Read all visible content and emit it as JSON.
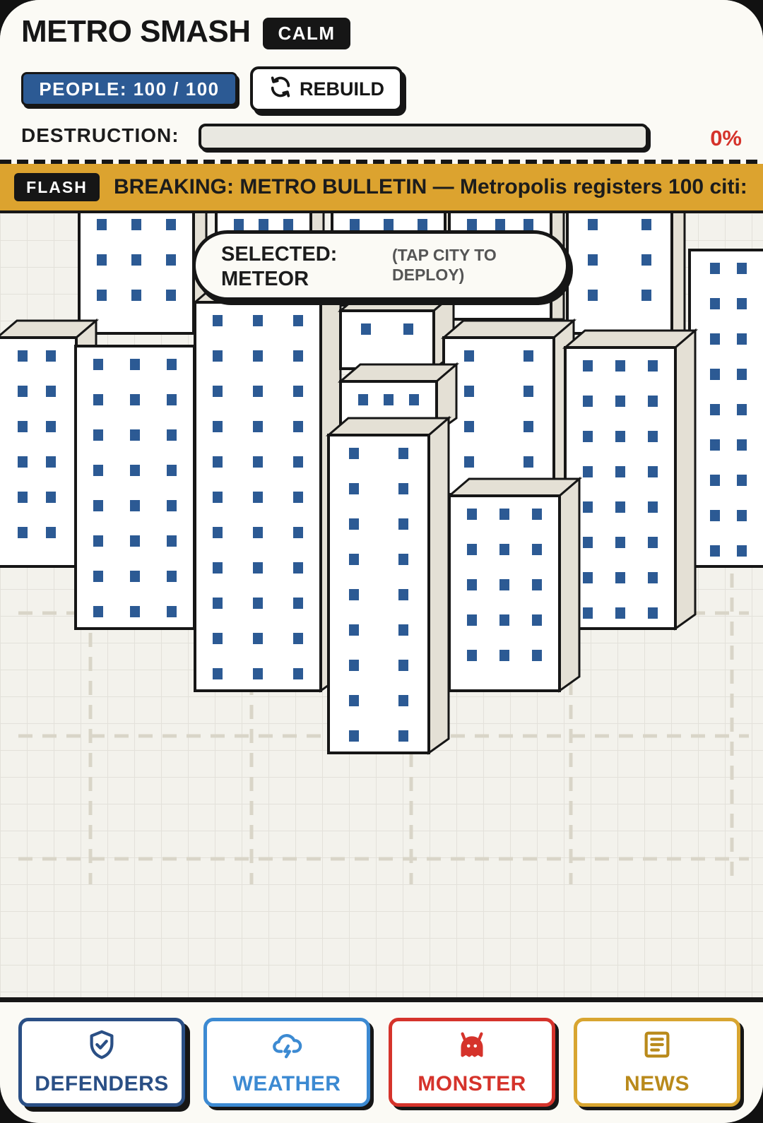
{
  "game": {
    "title": "METRO SMASH",
    "mood": "CALM",
    "people_label": "PEOPLE: 100 / 100",
    "people_current": 100,
    "people_max": 100,
    "rebuild_label": "REBUILD",
    "destruction_label": "DESTRUCTION:",
    "destruction_pct_text": "0%",
    "destruction_fraction": 0
  },
  "ticker": {
    "badge": "FLASH",
    "text": "BREAKING: METRO BULLETIN — Metropolis registers 100 citi:"
  },
  "selection": {
    "label": "SELECTED: METEOR",
    "hint": "(TAP CITY TO DEPLOY)"
  },
  "tools": [
    {
      "label": "DEFENDERS",
      "icon": "shield-icon",
      "color": "#2a4f85"
    },
    {
      "label": "WEATHER",
      "icon": "cloud-lightning-icon",
      "color": "#3c8ad2"
    },
    {
      "label": "MONSTER",
      "icon": "monster-icon",
      "color": "#d5332b"
    },
    {
      "label": "NEWS",
      "icon": "newspaper-icon",
      "color": "#d8a530"
    }
  ],
  "colors": {
    "ink": "#161616",
    "paper": "#fbfaf5",
    "people_blue": "#2c5a94",
    "ticker_gold": "#dca32f",
    "danger_red": "#d5332b",
    "window_blue": "#2c5a94",
    "building_side": "#e4e0d5"
  }
}
